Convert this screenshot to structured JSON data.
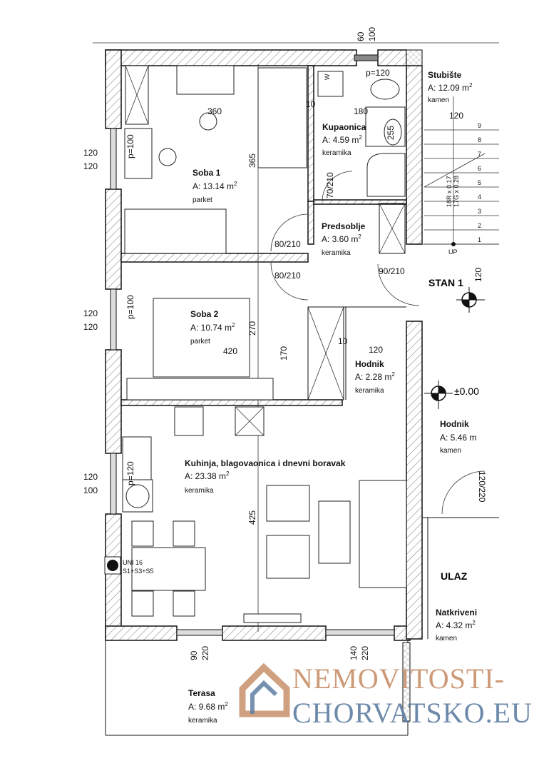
{
  "rooms": {
    "soba1": {
      "name": "Soba 1",
      "area": "A: 13.14  m",
      "floor": "parket"
    },
    "soba2": {
      "name": "Soba 2",
      "area": "A: 10.74  m",
      "floor": "parket"
    },
    "kupaonica": {
      "name": "Kupaonica",
      "area": "A: 4.59  m",
      "floor": "keramika"
    },
    "predsoblje": {
      "name": "Predsoblje",
      "area": "A: 3.60  m",
      "floor": "keramika"
    },
    "hodnik": {
      "name": "Hodnik",
      "area": "A: 2.28  m",
      "floor": "keramika"
    },
    "kuhinja": {
      "name": "Kuhinja, blagovaonica i dnevni boravak",
      "area": "A: 23.38  m",
      "floor": "keramika"
    },
    "stubiste": {
      "name": "Stubište",
      "area": "A: 12.09  m",
      "floor": "kamen"
    },
    "hodnik2": {
      "name": "Hodnik",
      "area": "A: 5.46  m",
      "floor": "kamen"
    },
    "natkriveni": {
      "name": "Natkriveni",
      "area": "A: 4.32  m",
      "floor": "kamen"
    },
    "terasa": {
      "name": "Terasa",
      "area": "A: 9.68  m",
      "floor": "keramika"
    }
  },
  "sup": "2",
  "labels": {
    "stan": "STAN 1",
    "ulaz": "ULAZ",
    "level": "±0.00",
    "up": "UP",
    "stairs_r": "18R x 0.17",
    "stairs_g": "17G x 0.28",
    "washer": "W",
    "chimney_1": "UNI 16",
    "chimney_2": "S1+S3+S5"
  },
  "stair_numbers": [
    "9",
    "8",
    "7",
    "6",
    "5",
    "4",
    "3",
    "2",
    "1"
  ],
  "dimensions": {
    "top_60": "60",
    "top_100": "100",
    "p120_bath": "p=120",
    "d180": "180",
    "d255": "255",
    "d120_stair": "120",
    "d360": "360",
    "d365": "365",
    "d10a": "10",
    "p100_a": "p=100",
    "p100_b": "p=100",
    "p120_k": "p=120",
    "l1a": "120",
    "l1b": "120",
    "l2a": "120",
    "l2b": "120",
    "l3a": "120",
    "l3b": "100",
    "door_70": "70/210",
    "door_80a": "80/210",
    "door_80b": "80/210",
    "door_90": "90/210",
    "door_120": "120/220",
    "d120_stan": "120",
    "d270": "270",
    "d420": "420",
    "d170": "170",
    "d10b": "10",
    "d120_h": "120",
    "d425": "425",
    "b90": "90",
    "b220a": "220",
    "b140": "140",
    "b220b": "220"
  },
  "watermark": {
    "line1": "NEMOVITOSTI-",
    "line2": "CHORVATSKO.EU"
  }
}
